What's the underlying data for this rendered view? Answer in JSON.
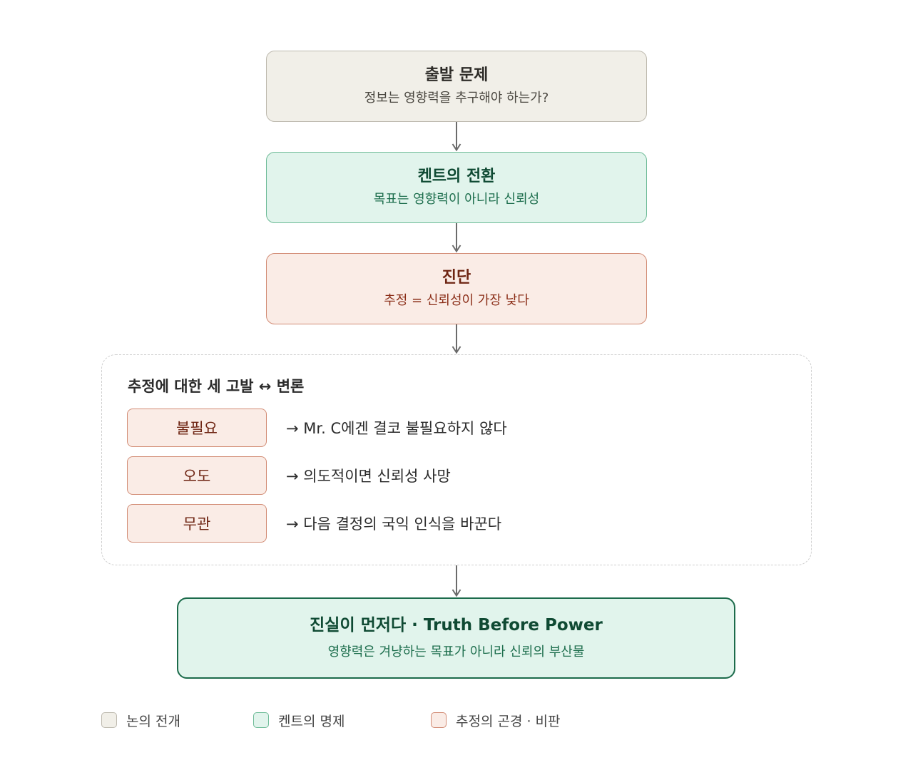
{
  "start": {
    "title": "출발 문제",
    "subtitle": "정보는 영향력을 추구해야 하는가?"
  },
  "shift": {
    "title": "켄트의 전환",
    "subtitle": "목표는 영향력이 아니라 신뢰성"
  },
  "diagnosis": {
    "title": "진단",
    "subtitle": "추정 = 신뢰성이 가장 낮다"
  },
  "accusations": {
    "title": "추정에 대한 세 고발 ↔ 변론",
    "items": [
      {
        "charge": "불필요",
        "rebuttal": "→ Mr. C에겐 결코 불필요하지 않다"
      },
      {
        "charge": "오도",
        "rebuttal": "→ 의도적이면 신뢰성 사망"
      },
      {
        "charge": "무관",
        "rebuttal": "→ 다음 결정의 국익 인식을 바꾼다"
      }
    ]
  },
  "conclusion": {
    "title": "진실이 먼저다 · Truth Before Power",
    "subtitle": "영향력은 겨냥하는 목표가 아니라 신뢰의 부산물"
  },
  "legend": [
    {
      "label": "논의 전개",
      "fill": "#f1efe8",
      "stroke": "#bdb9ae"
    },
    {
      "label": "켄트의 명제",
      "fill": "#e1f4ec",
      "stroke": "#6dbb97"
    },
    {
      "label": "추정의 곤경 · 비판",
      "fill": "#faece6",
      "stroke": "#d28c75"
    }
  ],
  "colors": {
    "arrow": "#6b6b6b",
    "neutral": "#f1efe8",
    "green": "#e1f4ec",
    "red": "#faece6",
    "final_border": "#1c6b4b"
  }
}
